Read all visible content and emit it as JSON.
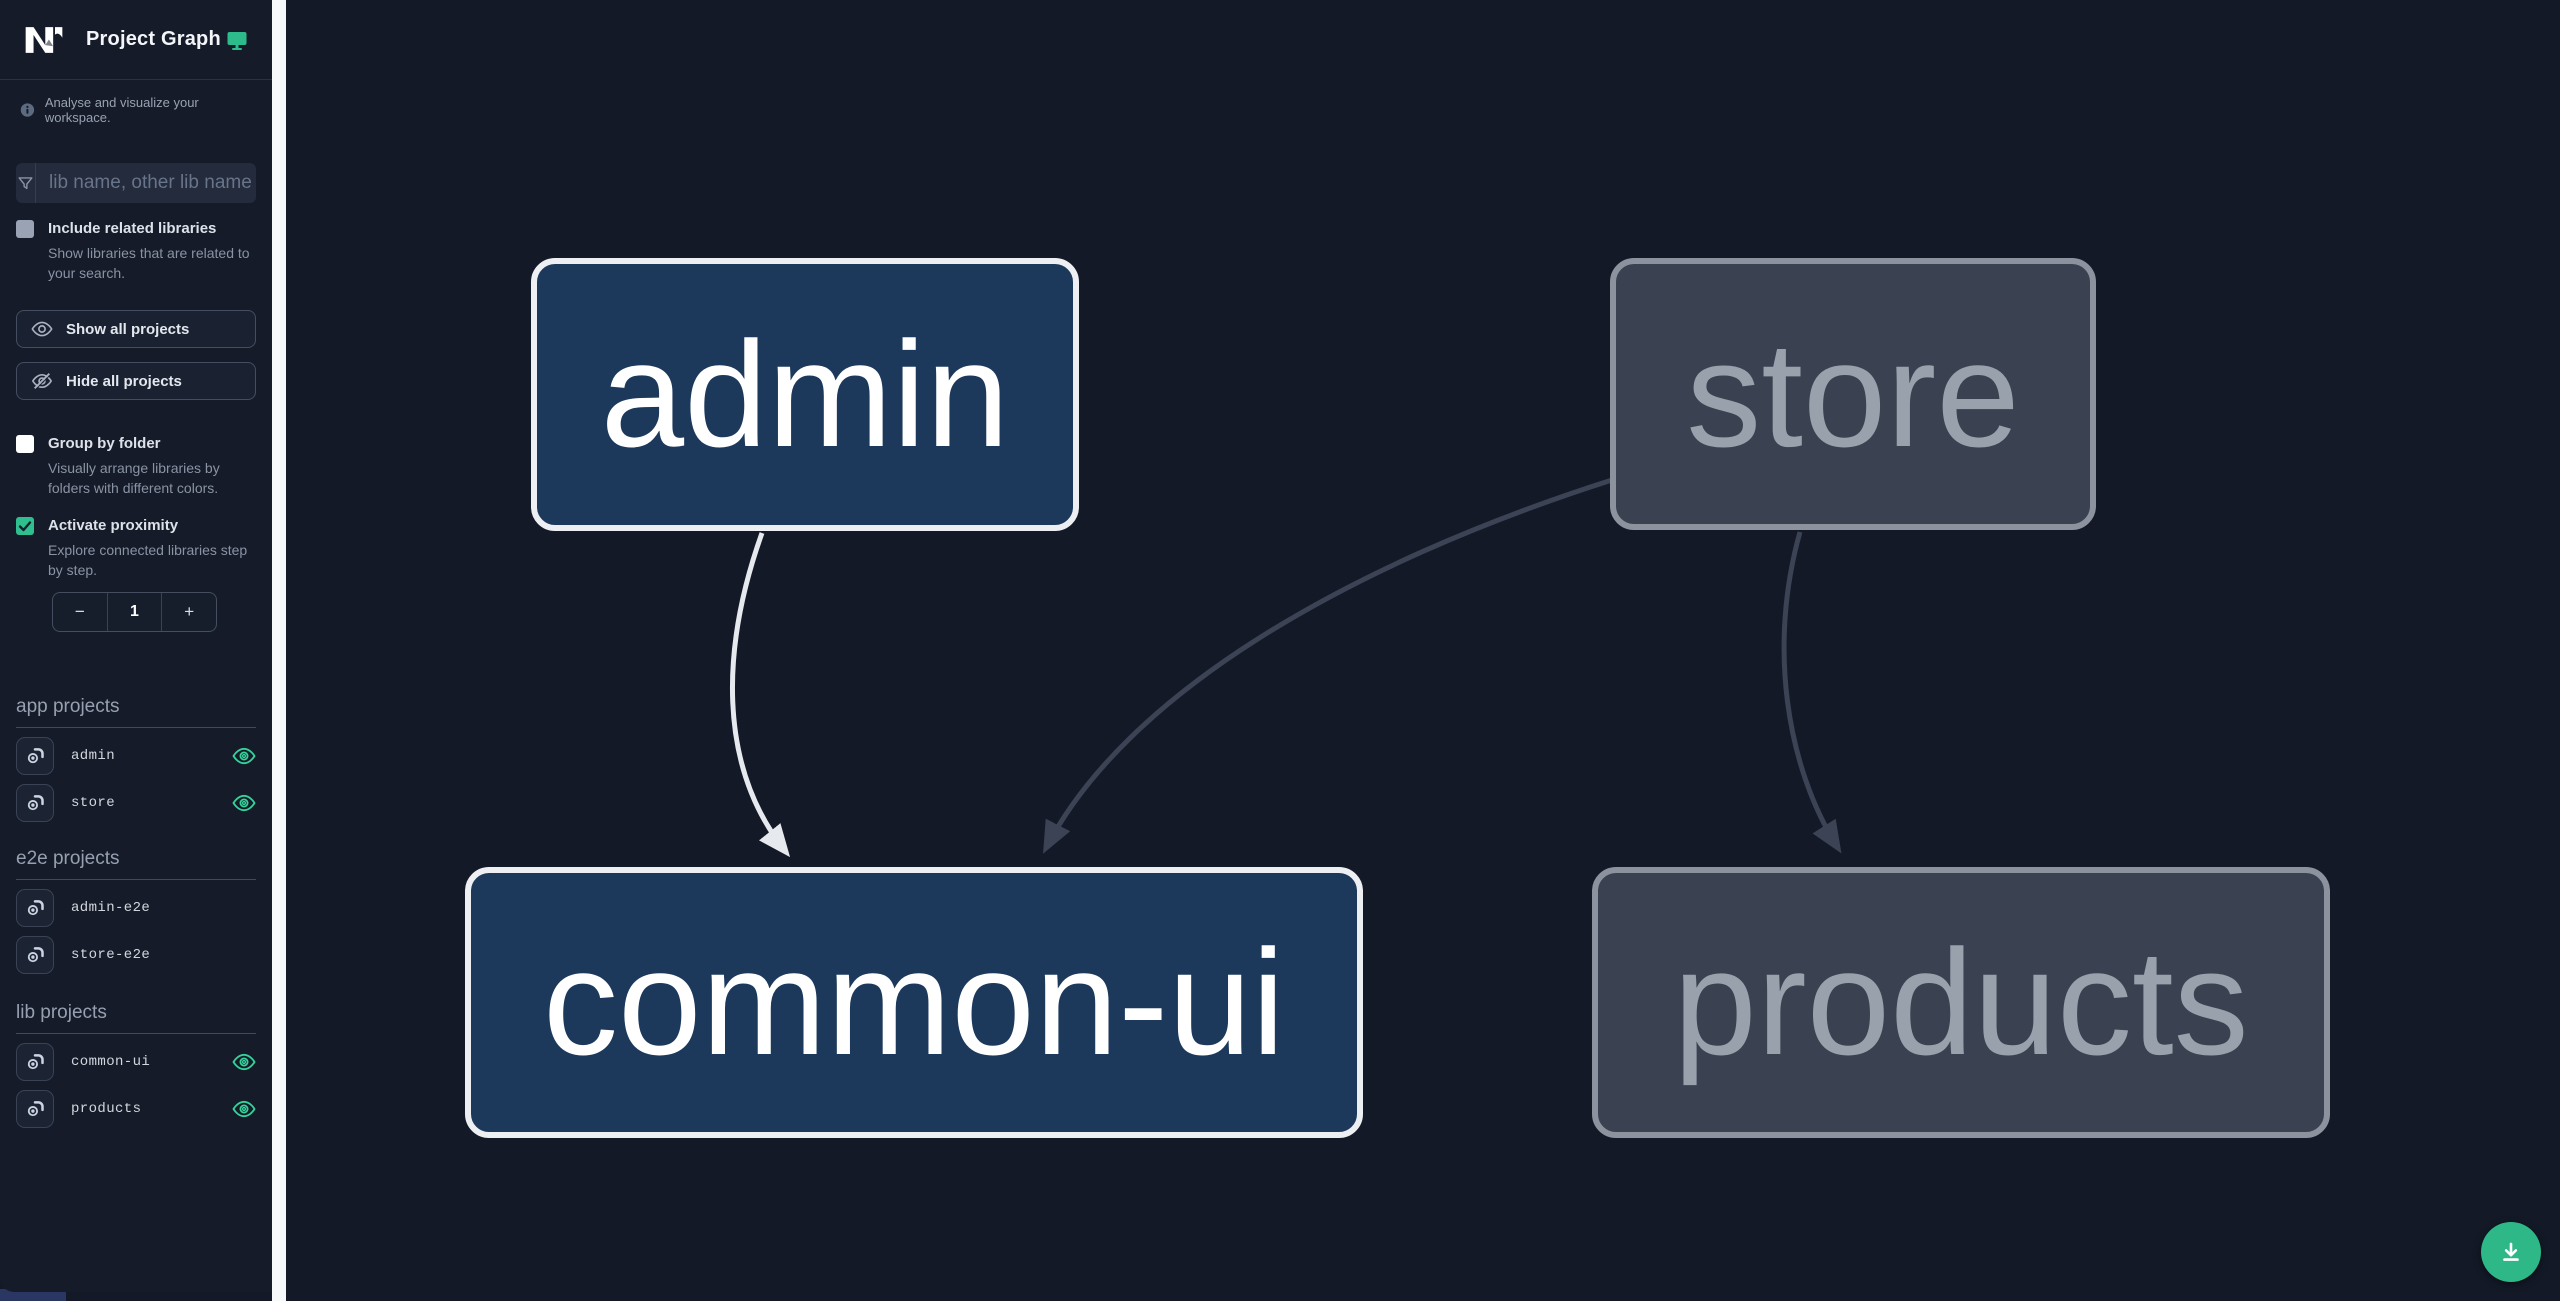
{
  "header": {
    "title": "Project Graph"
  },
  "tagline": "Analyse and visualize your workspace.",
  "search": {
    "placeholder": "lib name, other lib name"
  },
  "options": {
    "include_related": {
      "label": "Include related libraries",
      "description": "Show libraries that are related to your search.",
      "checked": false
    },
    "group_by_folder": {
      "label": "Group by folder",
      "description": "Visually arrange libraries by folders with different colors.",
      "checked": false
    },
    "activate_proximity": {
      "label": "Activate proximity",
      "description": "Explore connected libraries step by step.",
      "checked": true
    }
  },
  "actions": {
    "show_all": "Show all projects",
    "hide_all": "Hide all projects"
  },
  "proximity_stepper": {
    "decrement": "−",
    "value": "1",
    "increment": "+"
  },
  "sections": [
    {
      "label": "app projects",
      "items": [
        {
          "name": "admin",
          "visible": true
        },
        {
          "name": "store",
          "visible": true
        }
      ]
    },
    {
      "label": "e2e projects",
      "items": [
        {
          "name": "admin-e2e",
          "visible": false
        },
        {
          "name": "store-e2e",
          "visible": false
        }
      ]
    },
    {
      "label": "lib projects",
      "items": [
        {
          "name": "common-ui",
          "visible": true
        },
        {
          "name": "products",
          "visible": true
        }
      ]
    }
  ],
  "graph": {
    "nodes": [
      {
        "id": "admin",
        "label": "admin",
        "state": "focused"
      },
      {
        "id": "store",
        "label": "store",
        "state": "unfocused"
      },
      {
        "id": "common-ui",
        "label": "common-ui",
        "state": "focused"
      },
      {
        "id": "products",
        "label": "products",
        "state": "unfocused"
      }
    ],
    "edges": [
      {
        "source": "admin",
        "target": "common-ui",
        "emphasis": "highlighted"
      },
      {
        "source": "store",
        "target": "common-ui",
        "emphasis": "muted"
      },
      {
        "source": "store",
        "target": "products",
        "emphasis": "muted"
      }
    ]
  },
  "colors": {
    "accent_green": "#2fbf8f",
    "eye_green": "#34d399",
    "fab_green": "#2eb888",
    "focused_node_fill": "#1c395c",
    "focused_node_border": "#edeff2",
    "muted_node_fill": "#3a4150",
    "muted_node_border": "#8d939e",
    "highlight_edge": "#e6e9ed",
    "muted_edge": "#3b4354",
    "sidebar_bg": "#151b28",
    "canvas_bg": "#131927"
  },
  "fab": {
    "icon": "download-icon"
  }
}
